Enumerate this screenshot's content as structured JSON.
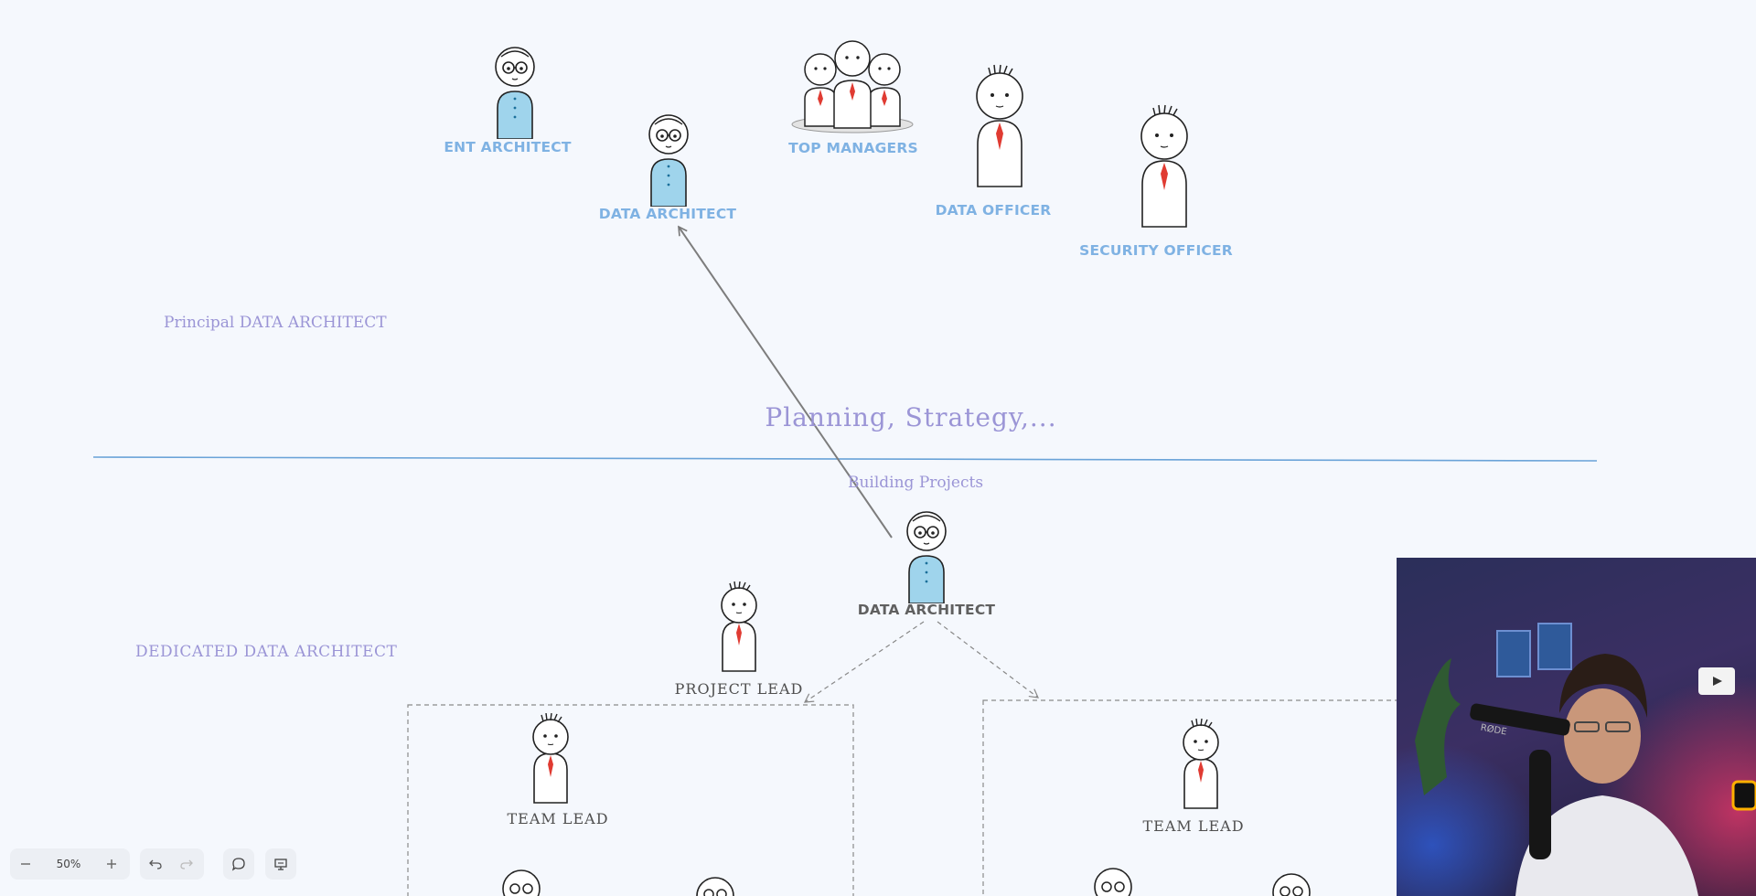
{
  "canvas": {
    "sections": {
      "principal": "Principal DATA ARCHITECT",
      "dedicated": "DEDICATED DATA ARCHITECT",
      "planning": "Planning, Strategy,...",
      "building": "Building Projects"
    },
    "top_roles": {
      "ent_architect": "ENT ARCHITECT",
      "data_architect": "DATA ARCHITECT",
      "top_managers": "TOP MANAGERS",
      "data_officer": "DATA OFFICER",
      "security_officer": "SECURITY OFFICER"
    },
    "bottom_roles": {
      "data_architect": "DATA ARCHITECT",
      "project_lead": "PROJECT LEAD",
      "team_lead_left": "TEAM LEAD",
      "team_lead_right": "TEAM LEAD"
    }
  },
  "toolbar": {
    "zoom": "50%",
    "zoom_out_icon": "minus-icon",
    "zoom_in_icon": "plus-icon",
    "undo_icon": "undo-icon",
    "redo_icon": "redo-icon",
    "comment_icon": "comment-icon",
    "present_icon": "presentation-icon"
  },
  "colors": {
    "background": "#f5f8fd",
    "role_blue": "#7fb2e3",
    "hand_purple": "#9b95d6",
    "divider": "#6aa3d8",
    "shirt_blue": "#9fd4ec",
    "tie_red": "#e03b32"
  }
}
